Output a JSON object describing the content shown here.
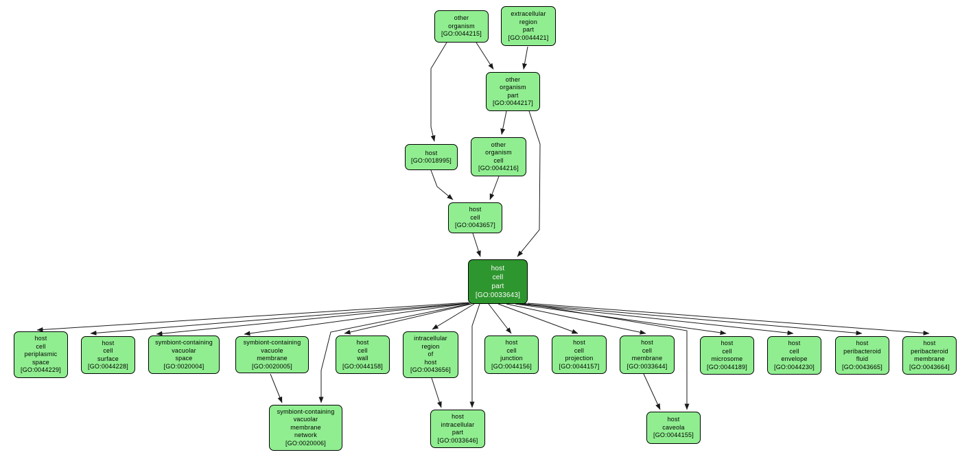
{
  "diagram": {
    "type": "gene-ontology-term-graph",
    "focus_term": "host cell part",
    "focus_go_id": "GO:0033643"
  },
  "colors": {
    "background": "#ffffff",
    "node_fill": "#90ee90",
    "focus_node_fill": "#2e962e",
    "node_border": "#000000",
    "edge": "#1a1a1a",
    "node_text": "#000000",
    "focus_node_text": "#ffffff"
  },
  "nodes": [
    {
      "id": "other-organism",
      "go_id": "GO:0044215",
      "label": "other organism",
      "text": "other\norganism\n[GO:0044215]"
    },
    {
      "id": "extracellular-region-part",
      "go_id": "GO:0044421",
      "label": "extracellular region part",
      "text": "extracellular\nregion\npart\n[GO:0044421]"
    },
    {
      "id": "other-organism-part",
      "go_id": "GO:0044217",
      "label": "other organism part",
      "text": "other\norganism\npart\n[GO:0044217]"
    },
    {
      "id": "host",
      "go_id": "GO:0018995",
      "label": "host",
      "text": "host\n[GO:0018995]"
    },
    {
      "id": "other-organism-cell",
      "go_id": "GO:0044216",
      "label": "other organism cell",
      "text": "other\norganism\ncell\n[GO:0044216]"
    },
    {
      "id": "host-cell",
      "go_id": "GO:0043657",
      "label": "host cell",
      "text": "host\ncell\n[GO:0043657]"
    },
    {
      "id": "host-cell-part",
      "go_id": "GO:0033643",
      "label": "host cell part",
      "text": "host\ncell\npart\n[GO:0033643]"
    },
    {
      "id": "host-cell-periplasmic-space",
      "go_id": "GO:0044229",
      "label": "host cell periplasmic space",
      "text": "host\ncell\nperiplasmic\nspace\n[GO:0044229]"
    },
    {
      "id": "host-cell-surface",
      "go_id": "GO:0044228",
      "label": "host cell surface",
      "text": "host\ncell\nsurface\n[GO:0044228]"
    },
    {
      "id": "symbiont-containing-vacuolar-space",
      "go_id": "GO:0020004",
      "label": "symbiont-containing vacuolar space",
      "text": "symbiont-containing\nvacuolar\nspace\n[GO:0020004]"
    },
    {
      "id": "symbiont-containing-vacuole-membrane",
      "go_id": "GO:0020005",
      "label": "symbiont-containing vacuole membrane",
      "text": "symbiont-containing\nvacuole\nmembrane\n[GO:0020005]"
    },
    {
      "id": "host-cell-wall",
      "go_id": "GO:0044158",
      "label": "host cell wall",
      "text": "host\ncell\nwall\n[GO:0044158]"
    },
    {
      "id": "intracellular-region-of-host",
      "go_id": "GO:0043656",
      "label": "intracellular region of host",
      "text": "intracellular\nregion\nof\nhost\n[GO:0043656]"
    },
    {
      "id": "host-cell-junction",
      "go_id": "GO:0044156",
      "label": "host cell junction",
      "text": "host\ncell\njunction\n[GO:0044156]"
    },
    {
      "id": "host-cell-projection",
      "go_id": "GO:0044157",
      "label": "host cell projection",
      "text": "host\ncell\nprojection\n[GO:0044157]"
    },
    {
      "id": "host-cell-membrane",
      "go_id": "GO:0033644",
      "label": "host cell membrane",
      "text": "host\ncell\nmembrane\n[GO:0033644]"
    },
    {
      "id": "host-cell-microsome",
      "go_id": "GO:0044189",
      "label": "host cell microsome",
      "text": "host\ncell\nmicrosome\n[GO:0044189]"
    },
    {
      "id": "host-cell-envelope",
      "go_id": "GO:0044230",
      "label": "host cell envelope",
      "text": "host\ncell\nenvelope\n[GO:0044230]"
    },
    {
      "id": "host-peribacteroid-fluid",
      "go_id": "GO:0043665",
      "label": "host peribacteroid fluid",
      "text": "host\nperibacteroid\nfluid\n[GO:0043665]"
    },
    {
      "id": "host-peribacteroid-membrane",
      "go_id": "GO:0043664",
      "label": "host peribacteroid membrane",
      "text": "host\nperibacteroid\nmembrane\n[GO:0043664]"
    },
    {
      "id": "symbiont-containing-vacuolar-membrane-network",
      "go_id": "GO:0020006",
      "label": "symbiont-containing vacuolar membrane network",
      "text": "symbiont-containing\nvacuolar\nmembrane\nnetwork\n[GO:0020006]"
    },
    {
      "id": "host-intracellular-part",
      "go_id": "GO:0033646",
      "label": "host intracellular part",
      "text": "host\nintracellular\npart\n[GO:0033646]"
    },
    {
      "id": "host-caveola",
      "go_id": "GO:0044155",
      "label": "host caveola",
      "text": "host\ncaveola\n[GO:0044155]"
    }
  ],
  "edges": [
    {
      "from": "other-organism",
      "to": "host"
    },
    {
      "from": "other-organism",
      "to": "other-organism-part"
    },
    {
      "from": "extracellular-region-part",
      "to": "other-organism-part"
    },
    {
      "from": "other-organism-part",
      "to": "other-organism-cell"
    },
    {
      "from": "other-organism-part",
      "to": "host-cell-part"
    },
    {
      "from": "host",
      "to": "host-cell"
    },
    {
      "from": "other-organism-cell",
      "to": "host-cell"
    },
    {
      "from": "host-cell",
      "to": "host-cell-part"
    },
    {
      "from": "host-cell-part",
      "to": "host-cell-periplasmic-space"
    },
    {
      "from": "host-cell-part",
      "to": "host-cell-surface"
    },
    {
      "from": "host-cell-part",
      "to": "symbiont-containing-vacuolar-space"
    },
    {
      "from": "host-cell-part",
      "to": "symbiont-containing-vacuole-membrane"
    },
    {
      "from": "host-cell-part",
      "to": "host-cell-wall"
    },
    {
      "from": "host-cell-part",
      "to": "intracellular-region-of-host"
    },
    {
      "from": "host-cell-part",
      "to": "host-cell-junction"
    },
    {
      "from": "host-cell-part",
      "to": "host-cell-projection"
    },
    {
      "from": "host-cell-part",
      "to": "host-cell-membrane"
    },
    {
      "from": "host-cell-part",
      "to": "host-cell-microsome"
    },
    {
      "from": "host-cell-part",
      "to": "host-cell-envelope"
    },
    {
      "from": "host-cell-part",
      "to": "host-peribacteroid-fluid"
    },
    {
      "from": "host-cell-part",
      "to": "host-peribacteroid-membrane"
    },
    {
      "from": "host-cell-part",
      "to": "symbiont-containing-vacuolar-membrane-network"
    },
    {
      "from": "host-cell-part",
      "to": "host-intracellular-part"
    },
    {
      "from": "host-cell-part",
      "to": "host-caveola"
    },
    {
      "from": "symbiont-containing-vacuole-membrane",
      "to": "symbiont-containing-vacuolar-membrane-network"
    },
    {
      "from": "intracellular-region-of-host",
      "to": "host-intracellular-part"
    },
    {
      "from": "host-cell-membrane",
      "to": "host-caveola"
    }
  ]
}
